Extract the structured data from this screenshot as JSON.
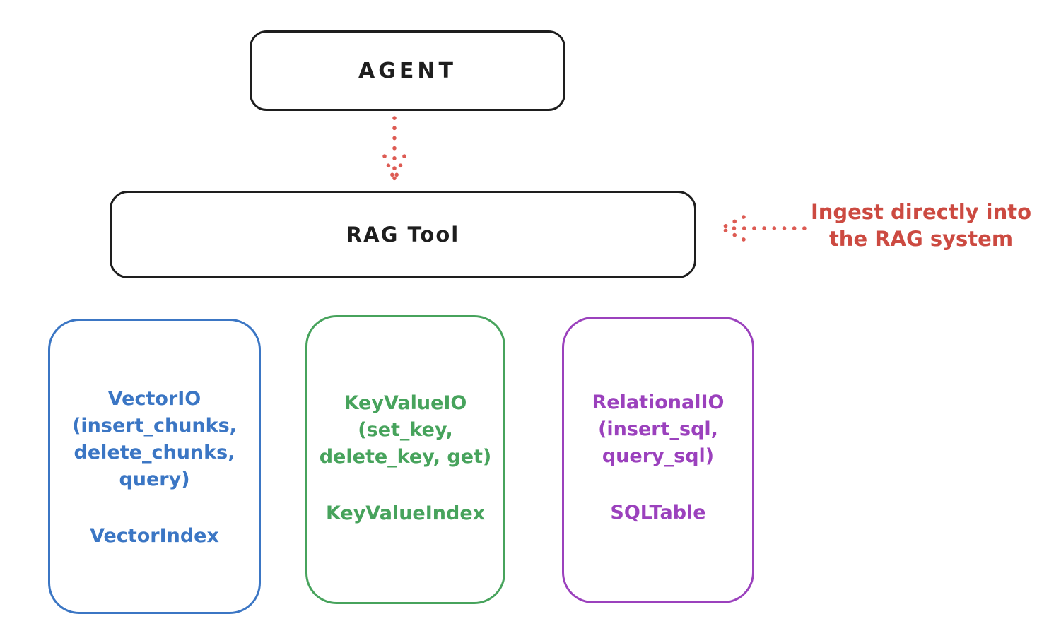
{
  "diagram": {
    "agent": {
      "label": "AGENT"
    },
    "rag_tool": {
      "label": "RAG Tool"
    },
    "annotation": {
      "line1": "Ingest directly into",
      "line2": "the RAG system",
      "color": "#cc4a41"
    },
    "arrow_color": "#dd5b53",
    "stroke_color": "#1e1e1e",
    "backends": [
      {
        "id": "vector-io",
        "color": "#3b76c4",
        "lines": [
          "VectorIO",
          "(insert_chunks,",
          "delete_chunks,",
          "query)"
        ],
        "index_label": "VectorIndex"
      },
      {
        "id": "keyvalue-io",
        "color": "#47a35c",
        "lines": [
          "KeyValueIO",
          "(set_key,",
          "delete_key, get)"
        ],
        "index_label": "KeyValueIndex"
      },
      {
        "id": "relational-io",
        "color": "#9b41bd",
        "lines": [
          "RelationalIO",
          "(insert_sql,",
          "query_sql)"
        ],
        "index_label": "SQLTable"
      }
    ]
  }
}
